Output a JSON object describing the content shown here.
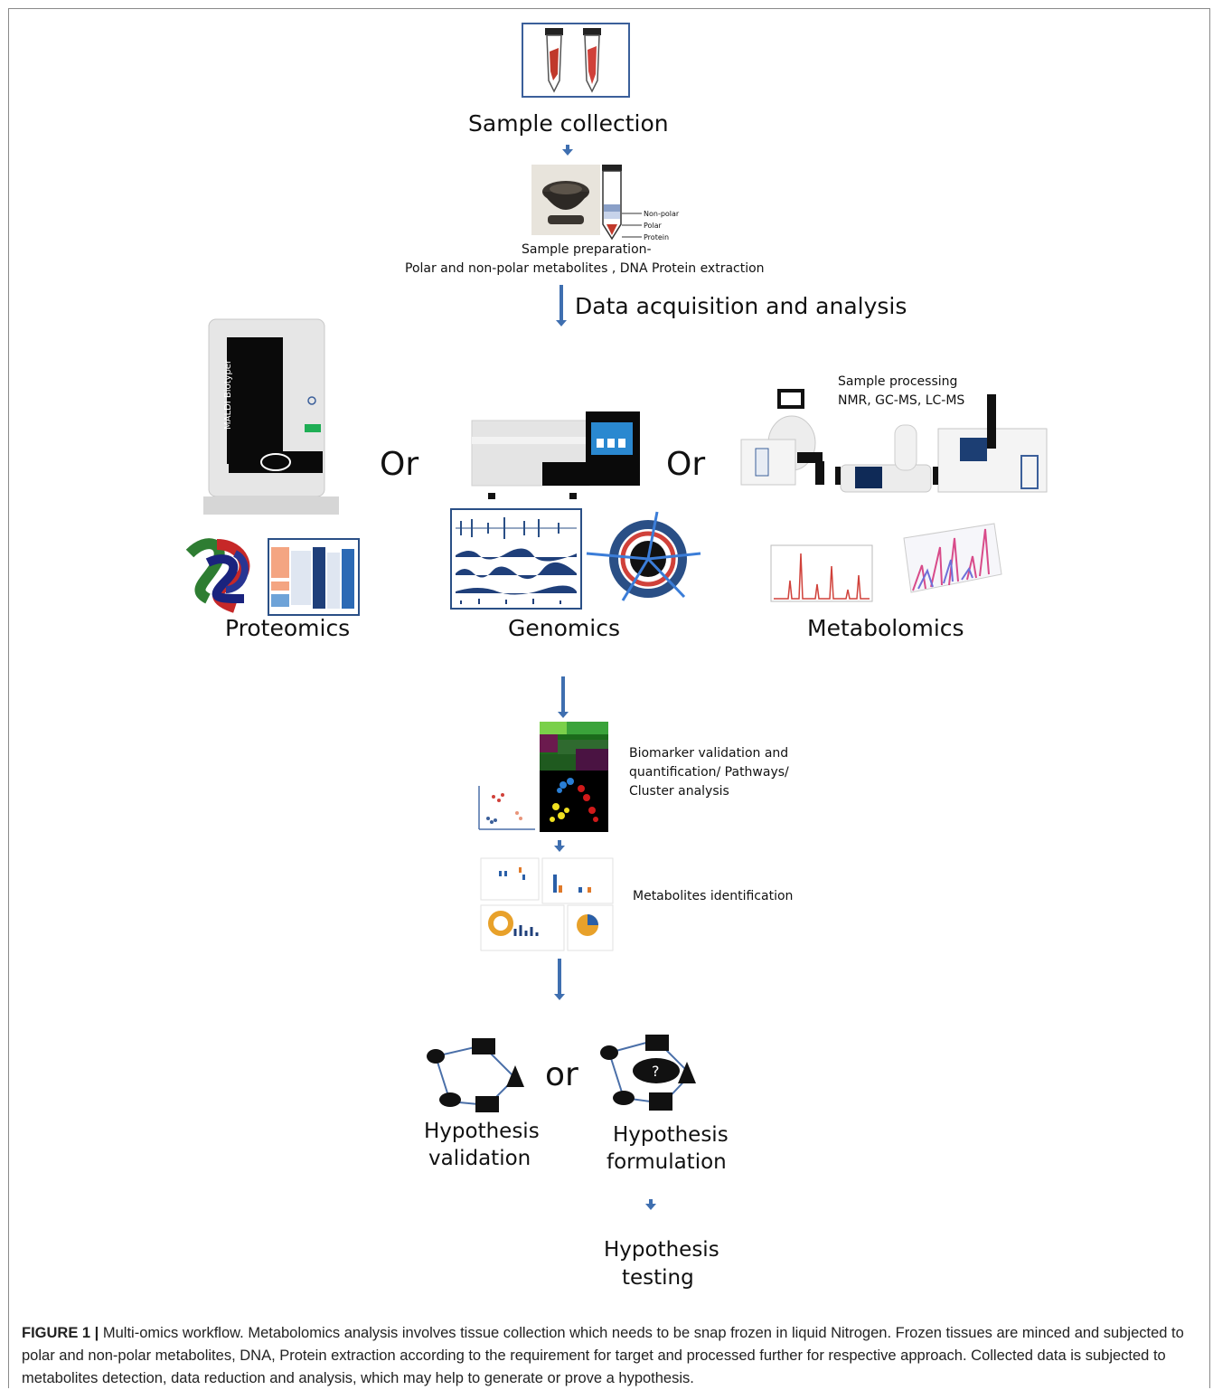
{
  "steps": {
    "sample_collection": "Sample collection",
    "sample_preparation": "Sample preparation-",
    "sample_preparation_detail": "Polar and non-polar metabolites , DNA Protein extraction",
    "data_acquisition": "Data acquisition and analysis"
  },
  "tube_layers": [
    "Non-polar",
    "Polar",
    "Protein"
  ],
  "instruments": {
    "or_1": "Or",
    "or_2": "Or",
    "maldi_label": "MALDI Biotyper",
    "sample_processing": "Sample processing",
    "methods": "NMR, GC-MS, LC-MS"
  },
  "omics": {
    "proteomics": "Proteomics",
    "genomics": "Genomics",
    "metabolomics": "Metabolomics"
  },
  "analysis": {
    "biomarker_line1": "Biomarker validation and",
    "biomarker_line2": "quantification/ Pathways/",
    "biomarker_line3": "Cluster analysis",
    "metabolites_identification": "Metabolites identification"
  },
  "hypothesis": {
    "or": "or",
    "validation_line1": "Hypothesis",
    "validation_line2": "validation",
    "formulation_line1": "Hypothesis",
    "formulation_line2": "formulation",
    "testing_line1": "Hypothesis",
    "testing_line2": "testing",
    "question_mark": "?"
  },
  "caption": {
    "label": "FIGURE 1 |",
    "text": " Multi-omics workflow. Metabolomics analysis involves tissue collection which needs to be snap frozen in liquid Nitrogen. Frozen tissues are minced and subjected to polar and non-polar metabolites, DNA, Protein extraction according to the requirement for target and processed further for respective approach. Collected data is subjected to metabolites detection, data reduction and analysis, which may help to generate or prove a hypothesis."
  },
  "colors": {
    "arrow": "#3f6fb0",
    "border": "#8a8a8a"
  }
}
